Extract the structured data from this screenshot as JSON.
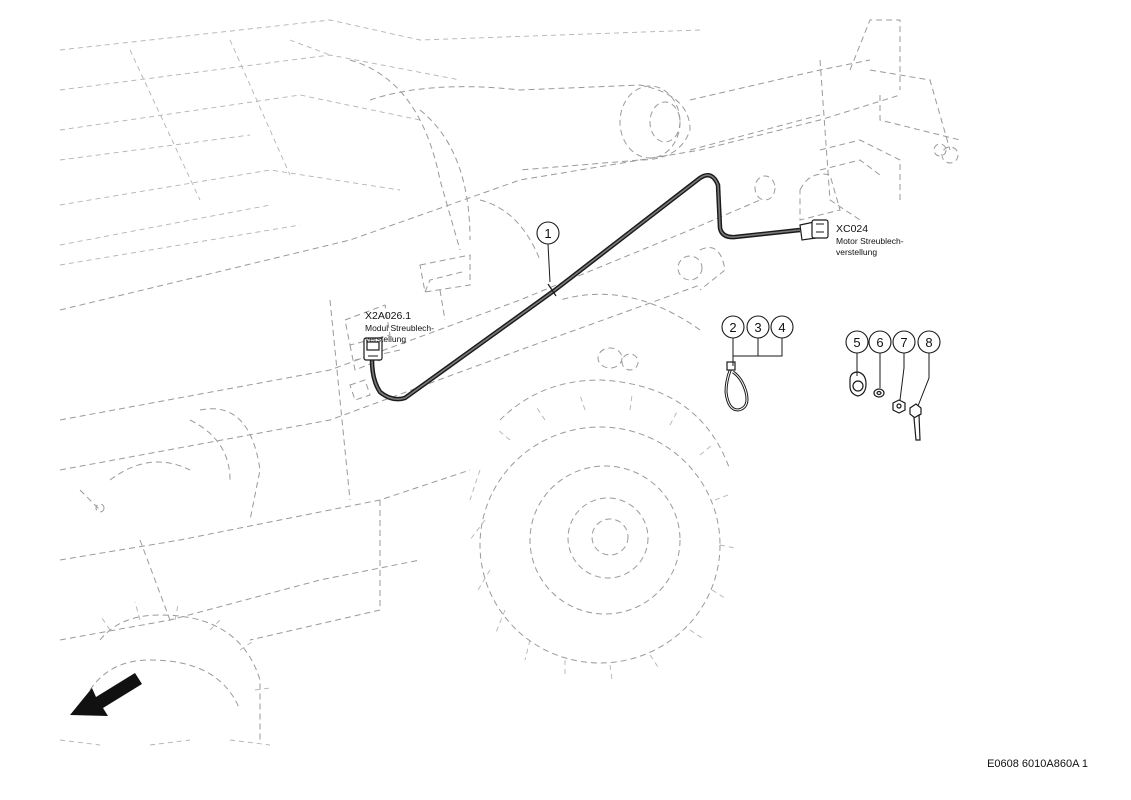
{
  "callouts": [
    {
      "id": "1",
      "label": "1"
    },
    {
      "id": "2",
      "label": "2"
    },
    {
      "id": "3",
      "label": "3"
    },
    {
      "id": "4",
      "label": "4"
    },
    {
      "id": "5",
      "label": "5"
    },
    {
      "id": "6",
      "label": "6"
    },
    {
      "id": "7",
      "label": "7"
    },
    {
      "id": "8",
      "label": "8"
    }
  ],
  "connectors": {
    "motor": {
      "code": "XC024",
      "description_line1": "Motor Streublech-",
      "description_line2": "verstellung"
    },
    "module": {
      "code": "X2A026.1",
      "description_line1": "Modul Streublech-",
      "description_line2": "verstellung"
    }
  },
  "footer": {
    "drawing_id": "E0608 6010A860A 1"
  },
  "icons": {
    "direction": "arrow-down-left-icon"
  }
}
